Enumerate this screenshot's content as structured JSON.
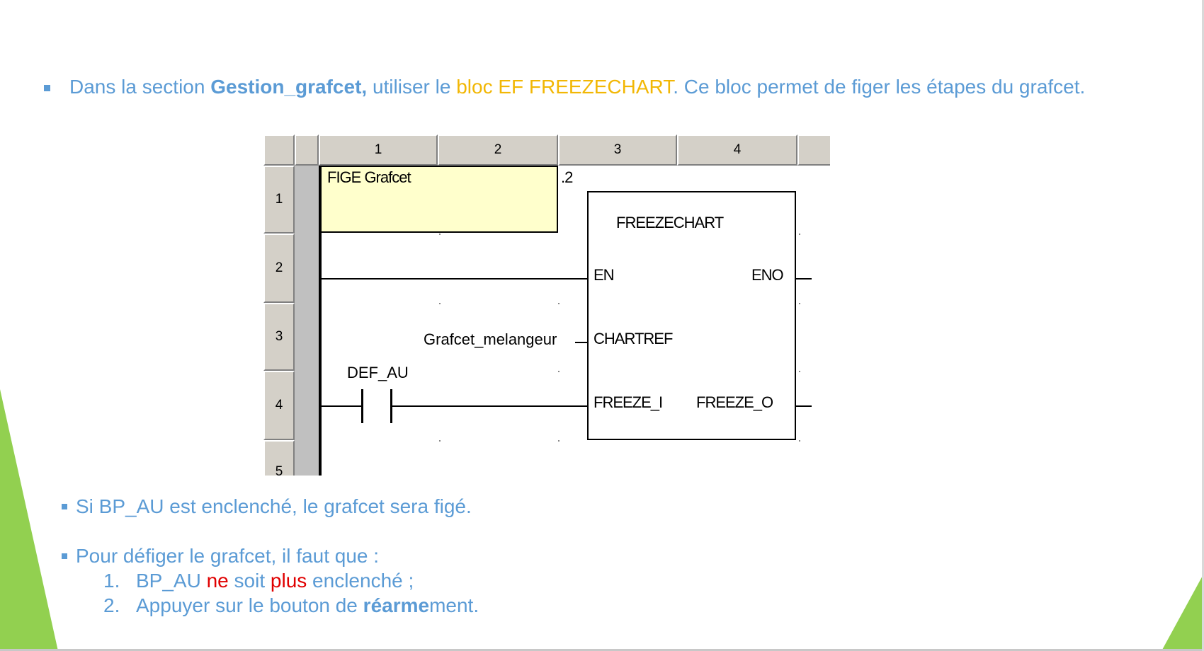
{
  "intro": {
    "prefix": "Dans la section ",
    "section_name": "Gestion_grafcet,",
    "middle": " utiliser le ",
    "block_name": "bloc EF FREEZECHART",
    "suffix": ". Ce bloc permet de figer les étapes du grafcet."
  },
  "editor": {
    "columns": [
      "1",
      "2",
      "3",
      "4"
    ],
    "rows": [
      "1",
      "2",
      "3",
      "4",
      "5"
    ],
    "comment": "FIGE Grafcet",
    "block_index": ".2",
    "block_title": "FREEZECHART",
    "pin_en": "EN",
    "pin_eno": "ENO",
    "pin_chartref": "CHARTREF",
    "pin_freeze_i": "FREEZE_I",
    "pin_freeze_o": "FREEZE_O",
    "chartref_var": "Grafcet_melangeur",
    "contact_var": "DEF_AU"
  },
  "notes": {
    "note1": "Si BP_AU est enclenché, le grafcet sera figé.",
    "note2": "Pour défiger le grafcet, il faut que :",
    "step1_num": "1.",
    "step1_a": "BP_AU ",
    "step1_ne": "ne",
    "step1_b": " soit ",
    "step1_plus": "plus",
    "step1_c": " enclenché ;",
    "step2_num": "2.",
    "step2_a": "Appuyer sur le bouton de ",
    "step2_bold": "réarme",
    "step2_b": "ment."
  },
  "colors": {
    "text": "#5b9bd5",
    "highlight": "#f2b705",
    "emphasis": "#e00000",
    "accent_green": "#92d050"
  }
}
